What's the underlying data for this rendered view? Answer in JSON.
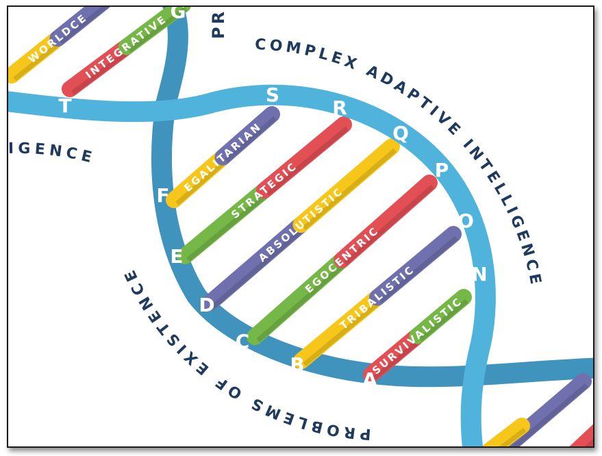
{
  "colors": {
    "strand": "#4fb3dc",
    "strand_shadow": "#3f93bc",
    "red": "#e24f55",
    "yellow": "#f6c71a",
    "green": "#76b848",
    "purple": "#6f70ad",
    "navy": "#1f3a5f",
    "letter": "#ffffff"
  },
  "arc_texts": {
    "complex": "COMPLEX ADAPTIVE INTELLIGENCE",
    "problems": "PROBLEMS OF EXISTENCE",
    "igence": "IGENCE",
    "pr": "PR"
  },
  "rungs": [
    {
      "letter": "A",
      "segments": [
        {
          "text": "SURVIVA",
          "color": "red"
        },
        {
          "text": "LISTIC",
          "color": "green"
        }
      ]
    },
    {
      "letter": "B",
      "segments": [
        {
          "text": "TRIBA",
          "color": "yellow"
        },
        {
          "text": "LISTIC",
          "color": "purple"
        }
      ]
    },
    {
      "letter": "C",
      "segments": [
        {
          "text": "EGOCE",
          "color": "green"
        },
        {
          "text": "NTRIC",
          "color": "red"
        }
      ]
    },
    {
      "letter": "D",
      "segments": [
        {
          "text": "ABSOLU",
          "color": "purple"
        },
        {
          "text": "TISTIC",
          "color": "yellow"
        }
      ]
    },
    {
      "letter": "E",
      "segments": [
        {
          "text": "STRAT",
          "color": "green"
        },
        {
          "text": "EGIC",
          "color": "red"
        }
      ]
    },
    {
      "letter": "F",
      "segments": [
        {
          "text": "EGALIT",
          "color": "yellow"
        },
        {
          "text": "ARIAN",
          "color": "purple"
        }
      ]
    }
  ],
  "right_letters": [
    "N",
    "O",
    "P",
    "Q",
    "R",
    "S"
  ],
  "top_rungs": [
    {
      "segments": [
        {
          "text": "INTE",
          "color": "red"
        },
        {
          "text": "GRATIVE",
          "color": "green"
        }
      ]
    },
    {
      "segments": [
        {
          "text": "WORLDCE",
          "color": "yellow"
        },
        {
          "text": "",
          "color": "purple"
        }
      ]
    }
  ],
  "top_letters": [
    "T",
    "G"
  ]
}
